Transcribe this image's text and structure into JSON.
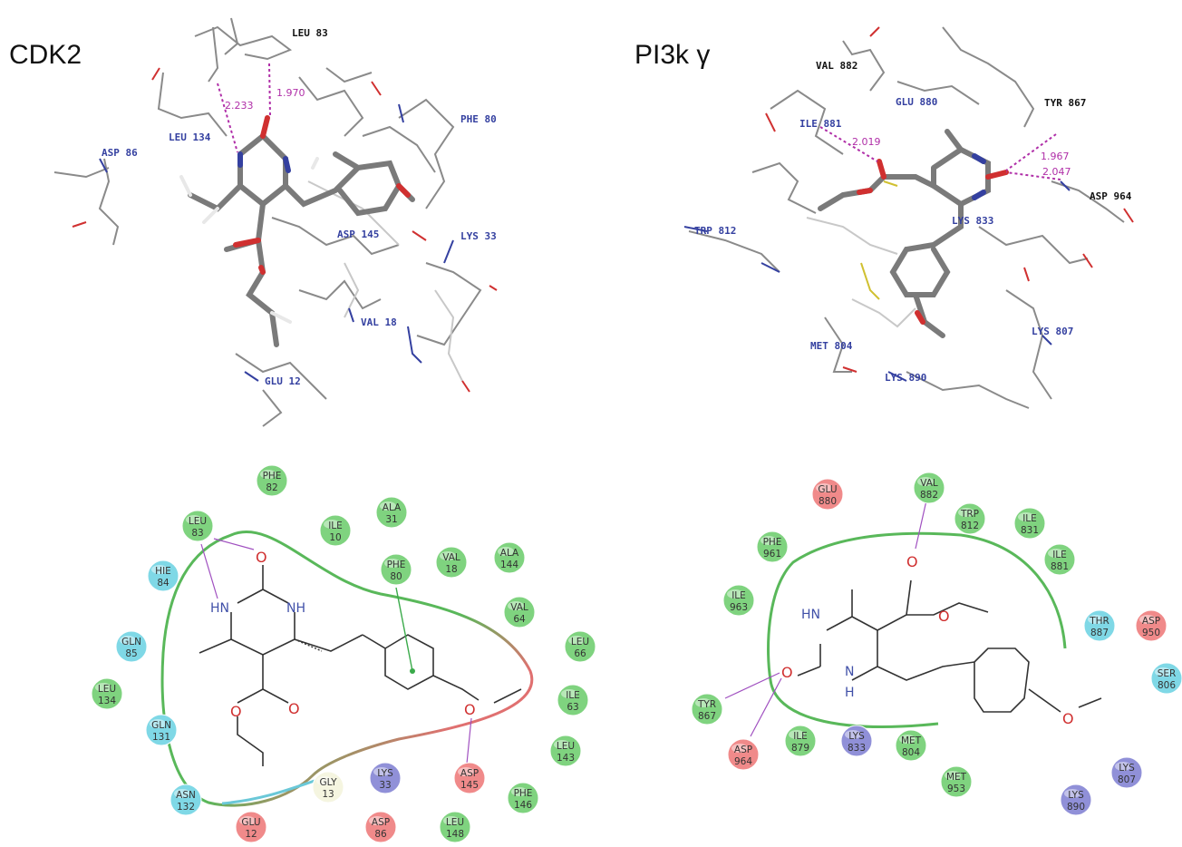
{
  "panels": {
    "cdk2_title": "CDK2",
    "pi3k_title": "PI3k γ"
  },
  "cdk2_3d_labels": [
    {
      "text": "LEU 83",
      "style": "black"
    },
    {
      "text": "LEU 134",
      "style": "blue"
    },
    {
      "text": "ASP 86",
      "style": "blue"
    },
    {
      "text": "PHE 80",
      "style": "blue"
    },
    {
      "text": "ASP 145",
      "style": "blue"
    },
    {
      "text": "LYS 33",
      "style": "blue"
    },
    {
      "text": "VAL 18",
      "style": "blue"
    },
    {
      "text": "GLU 12",
      "style": "blue"
    }
  ],
  "cdk2_distances": [
    "2.233",
    "1.970"
  ],
  "pi3k_3d_labels": [
    {
      "text": "VAL 882",
      "style": "black"
    },
    {
      "text": "GLU 880",
      "style": "blue"
    },
    {
      "text": "TYR 867",
      "style": "black"
    },
    {
      "text": "ILE 881",
      "style": "blue"
    },
    {
      "text": "ASP 964",
      "style": "black"
    },
    {
      "text": "TRP 812",
      "style": "blue"
    },
    {
      "text": "LYS 833",
      "style": "blue"
    },
    {
      "text": "MET 804",
      "style": "blue"
    },
    {
      "text": "LYS 807",
      "style": "blue"
    },
    {
      "text": "LYS 890",
      "style": "blue"
    }
  ],
  "pi3k_distances": [
    "2.019",
    "1.967",
    "2.047"
  ],
  "colors": {
    "hydrophobic": "#7fd37f",
    "polar": "#7fd8e6",
    "negative": "#f08a8a",
    "positive": "#9090d8",
    "glycine": "#f5f5e0",
    "pocket_green": "#59b85a",
    "hbond": "#a050c0"
  },
  "cdk2_2d_residues": [
    {
      "name": "PHE",
      "num": "82",
      "type": "hydrophobic"
    },
    {
      "name": "LEU",
      "num": "83",
      "type": "hydrophobic"
    },
    {
      "name": "ILE",
      "num": "10",
      "type": "hydrophobic"
    },
    {
      "name": "ALA",
      "num": "31",
      "type": "hydrophobic"
    },
    {
      "name": "PHE",
      "num": "80",
      "type": "hydrophobic"
    },
    {
      "name": "VAL",
      "num": "18",
      "type": "hydrophobic"
    },
    {
      "name": "ALA",
      "num": "144",
      "type": "hydrophobic"
    },
    {
      "name": "HIE",
      "num": "84",
      "type": "polar"
    },
    {
      "name": "VAL",
      "num": "64",
      "type": "hydrophobic"
    },
    {
      "name": "GLN",
      "num": "85",
      "type": "polar"
    },
    {
      "name": "LEU",
      "num": "66",
      "type": "hydrophobic"
    },
    {
      "name": "LEU",
      "num": "134",
      "type": "hydrophobic"
    },
    {
      "name": "ILE",
      "num": "63",
      "type": "hydrophobic"
    },
    {
      "name": "GLN",
      "num": "131",
      "type": "polar"
    },
    {
      "name": "LEU",
      "num": "143",
      "type": "hydrophobic"
    },
    {
      "name": "ASN",
      "num": "132",
      "type": "polar"
    },
    {
      "name": "GLY",
      "num": "13",
      "type": "glycine"
    },
    {
      "name": "LYS",
      "num": "33",
      "type": "positive"
    },
    {
      "name": "ASP",
      "num": "145",
      "type": "negative"
    },
    {
      "name": "PHE",
      "num": "146",
      "type": "hydrophobic"
    },
    {
      "name": "GLU",
      "num": "12",
      "type": "negative"
    },
    {
      "name": "ASP",
      "num": "86",
      "type": "negative"
    },
    {
      "name": "LEU",
      "num": "148",
      "type": "hydrophobic"
    }
  ],
  "pi3k_2d_residues": [
    {
      "name": "GLU",
      "num": "880",
      "type": "negative"
    },
    {
      "name": "VAL",
      "num": "882",
      "type": "hydrophobic"
    },
    {
      "name": "TRP",
      "num": "812",
      "type": "hydrophobic"
    },
    {
      "name": "ILE",
      "num": "831",
      "type": "hydrophobic"
    },
    {
      "name": "PHE",
      "num": "961",
      "type": "hydrophobic"
    },
    {
      "name": "ILE",
      "num": "881",
      "type": "hydrophobic"
    },
    {
      "name": "ILE",
      "num": "963",
      "type": "hydrophobic"
    },
    {
      "name": "THR",
      "num": "887",
      "type": "polar"
    },
    {
      "name": "ASP",
      "num": "950",
      "type": "negative"
    },
    {
      "name": "SER",
      "num": "806",
      "type": "polar"
    },
    {
      "name": "TYR",
      "num": "867",
      "type": "hydrophobic"
    },
    {
      "name": "ASP",
      "num": "964",
      "type": "negative"
    },
    {
      "name": "ILE",
      "num": "879",
      "type": "hydrophobic"
    },
    {
      "name": "LYS",
      "num": "833",
      "type": "positive"
    },
    {
      "name": "MET",
      "num": "804",
      "type": "hydrophobic"
    },
    {
      "name": "MET",
      "num": "953",
      "type": "hydrophobic"
    },
    {
      "name": "LYS",
      "num": "807",
      "type": "positive"
    },
    {
      "name": "LYS",
      "num": "890",
      "type": "positive"
    }
  ],
  "atoms": {
    "oxygen": "O",
    "nh": "HN",
    "nh_right": "NH",
    "n": "N",
    "h": "H"
  }
}
